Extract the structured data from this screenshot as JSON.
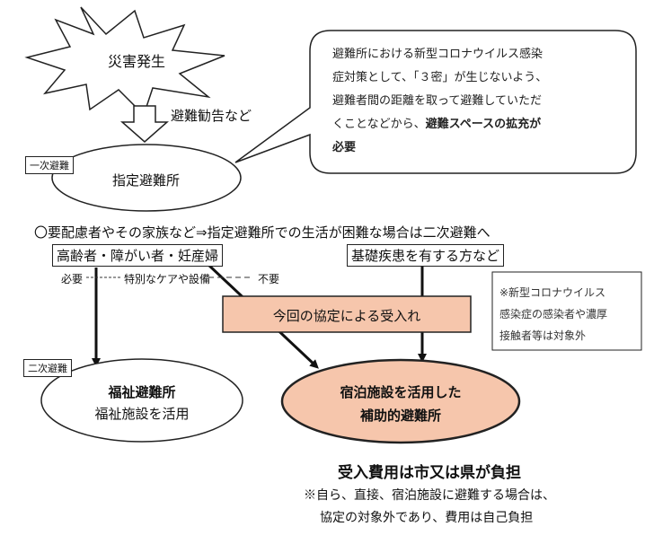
{
  "disaster": {
    "label": "災害発生"
  },
  "evacuation_order": {
    "label": "避難勧告など"
  },
  "primary": {
    "tag": "一次避難",
    "shelter": "指定避難所"
  },
  "callout": {
    "lines": [
      "避難所における新型コロナウイルス感染",
      "症対策として、「３密」が生じないよう、",
      "避難者間の距離を取って避難していただ",
      "くことなどから、"
    ],
    "bold_tail": "避難スペースの拡充が",
    "bold_last": "必要"
  },
  "secondary_heading": "〇要配慮者やその家族など⇒指定避難所での生活が困難な場合は二次避難へ",
  "group_elderly": "高齢者・障がい者・妊産婦",
  "group_disease": "基礎疾患を有する方など",
  "care_needed": {
    "need": "必要",
    "special": "特別なケアや設備",
    "not_need": "不要"
  },
  "covid_note": [
    "※新型コロナウイルス",
    "感染症の感染者や濃厚",
    "接触者等は対象外"
  ],
  "agreement_box": "今回の協定による受入れ",
  "secondary": {
    "tag": "二次避難",
    "shelter_title": "福祉避難所",
    "shelter_sub": "福祉施設を活用"
  },
  "auxiliary": {
    "line1": "宿泊施設を活用した",
    "line2": "補助的避難所"
  },
  "cost": {
    "main": "受入費用は市又は県が負担",
    "note1": "※自ら、直接、宿泊施設に避難する場合は、",
    "note2": "協定の対象外であり、費用は自己負担"
  },
  "colors": {
    "accent_fill": "#f6c6ac"
  }
}
